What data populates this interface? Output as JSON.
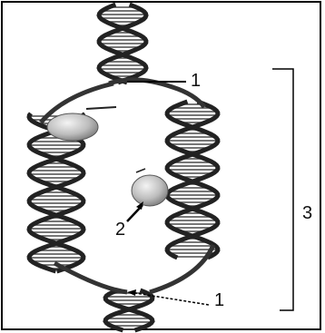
{
  "labels": {
    "top_one": "1",
    "middle_two": "2",
    "bottom_one": "1",
    "bracket_three": "3"
  },
  "colors": {
    "strand_fill": "#8c8c8c",
    "strand_stroke": "#222222",
    "rung": "#4a4a4a",
    "enzyme": "#bcbcbc",
    "background": "#ffffff"
  }
}
